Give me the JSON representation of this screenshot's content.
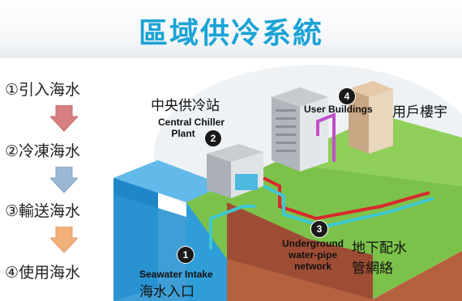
{
  "title": "區域供冷系統",
  "steps": [
    {
      "label": "①引入海水",
      "arrow_color": "#d77f7f"
    },
    {
      "label": "②冷凍海水",
      "arrow_color": "#9cb6d6"
    },
    {
      "label": "③輸送海水",
      "arrow_color": "#f2b07a"
    },
    {
      "label": "④使用海水"
    }
  ],
  "diagram": {
    "central_plant": {
      "cn": "中央供冷站",
      "en_line1": "Central Chiller",
      "en_line2": "Plant",
      "number": "2"
    },
    "user_buildings": {
      "cn": "用戶樓宇",
      "en": "User Buildings",
      "number": "4"
    },
    "pipe_network": {
      "cn_line1": "地下配水",
      "cn_line2": "管網絡",
      "en_line1": "Underground",
      "en_line2": "water-pipe",
      "en_line3": "network",
      "number": "3"
    },
    "seawater_intake": {
      "cn": "海水入口",
      "en": "Seawater Intake",
      "number": "1"
    }
  },
  "colors": {
    "title": "#1ba3d6",
    "sea": "#2f9ed8",
    "grass": "#7cc24a",
    "soil": "#a8553b",
    "cold_pipe": "#3ec7d0",
    "return_pipe": "#d8282e"
  }
}
